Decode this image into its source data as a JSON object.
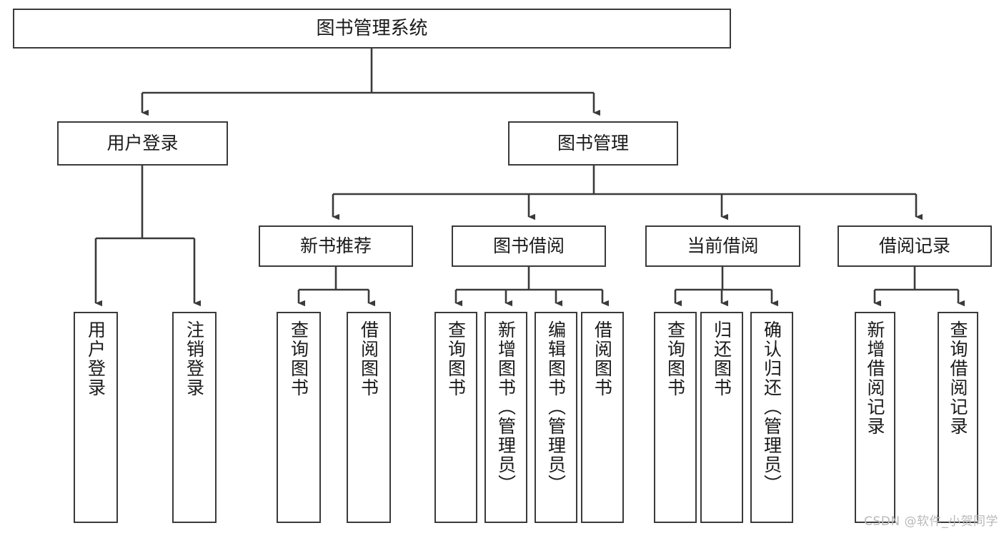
{
  "diagram": {
    "title": "图书管理系统",
    "type": "hierarchy-tree",
    "colors": {
      "box_border": "#3a3a3a",
      "box_fill": "#ffffff",
      "connector": "#3a3a3a",
      "text": "#1a1a1a",
      "watermark": "#b9b9b9",
      "background": "#ffffff"
    },
    "nodes": {
      "root": {
        "label": "图书管理系统"
      },
      "level2": [
        {
          "id": "user-login",
          "label": "用户登录"
        },
        {
          "id": "book-manage",
          "label": "图书管理"
        }
      ],
      "level3": [
        {
          "id": "new-book-recommend",
          "label": "新书推荐"
        },
        {
          "id": "book-borrow",
          "label": "图书借阅"
        },
        {
          "id": "current-borrow",
          "label": "当前借阅"
        },
        {
          "id": "borrow-record",
          "label": "借阅记录"
        }
      ],
      "leaves": {
        "user-login": [
          {
            "id": "leaf-user-login",
            "label": "用户登录"
          },
          {
            "id": "leaf-logout-login",
            "label": "注销登录"
          }
        ],
        "new-book-recommend": [
          {
            "id": "leaf-query-book-1",
            "label": "查询图书"
          },
          {
            "id": "leaf-borrow-book-1",
            "label": "借阅图书"
          }
        ],
        "book-borrow": [
          {
            "id": "leaf-query-book-2",
            "label": "查询图书"
          },
          {
            "id": "leaf-add-book",
            "label": "新增图书（管理员）"
          },
          {
            "id": "leaf-edit-book",
            "label": "编辑图书（管理员）"
          },
          {
            "id": "leaf-borrow-book-2",
            "label": "借阅图书"
          }
        ],
        "current-borrow": [
          {
            "id": "leaf-query-book-3",
            "label": "查询图书"
          },
          {
            "id": "leaf-return-book",
            "label": "归还图书"
          },
          {
            "id": "leaf-confirm-return",
            "label": "确认归还（管理员）"
          }
        ],
        "borrow-record": [
          {
            "id": "leaf-add-record",
            "label": "新增借阅记录"
          },
          {
            "id": "leaf-query-record",
            "label": "查询借阅记录"
          }
        ]
      }
    },
    "watermark": "CSDN @软件_小贺同学"
  }
}
